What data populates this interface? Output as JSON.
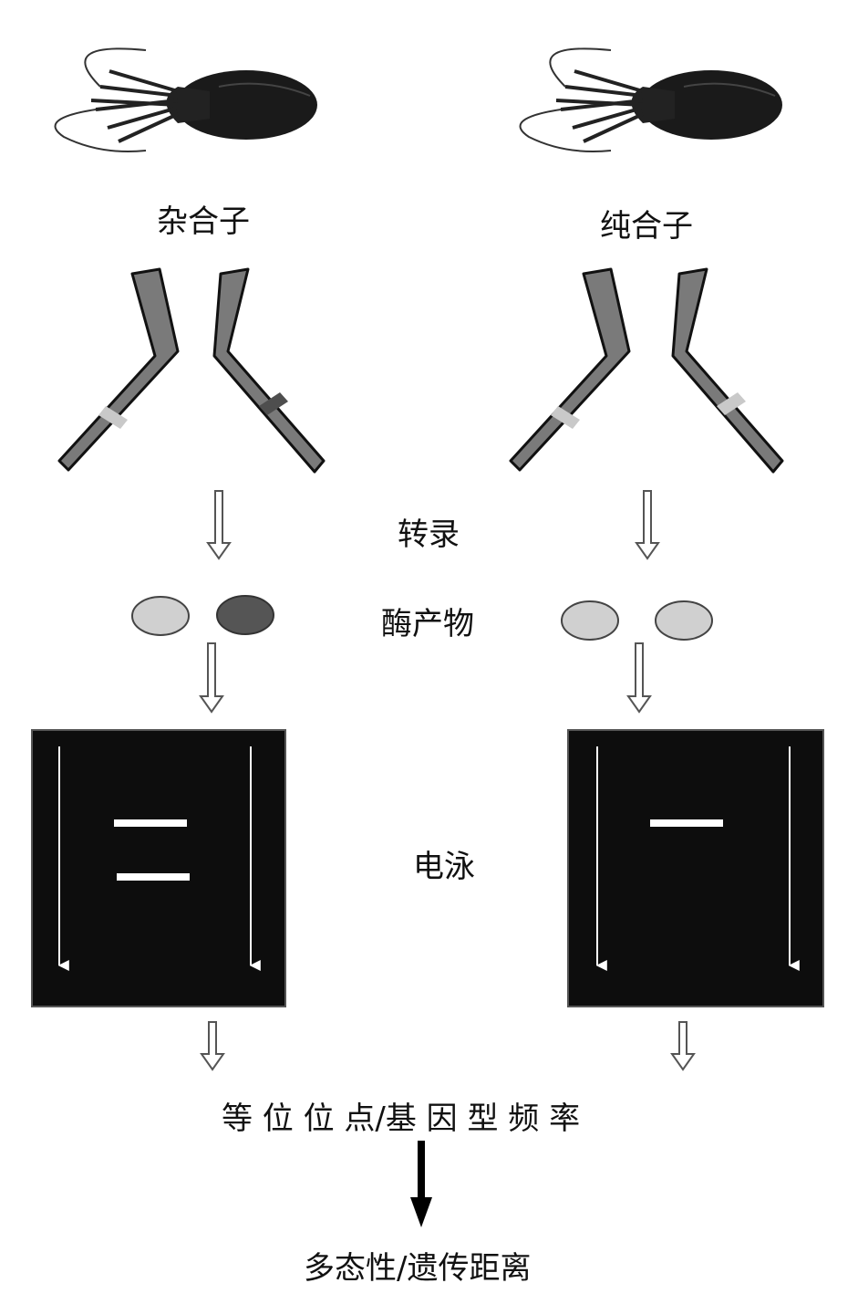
{
  "labels": {
    "heterozygote": "杂合子",
    "homozygote": "纯合子",
    "transcription": "转录",
    "enzyme_product": "酶产物",
    "electrophoresis": "电泳",
    "allele_frequency": "等 位 位 点/基 因 型 频 率",
    "polymorphism": "多态性/遗传距离"
  },
  "icons": {
    "organism": "squid-icon",
    "chromosome": "chromosome-icon",
    "arrow": "down-arrow-icon"
  },
  "colors": {
    "chromosome": "#7a7a7a",
    "chromosome_outline": "#111111",
    "band_light": "#c9c9c9",
    "band_dark": "#4e4e4e",
    "enzyme_light": "#d0d0d0",
    "enzyme_dark": "#555555",
    "gel_bg": "#0d0d0d",
    "gel_band": "#ffffff"
  },
  "gel_band_counts": {
    "heterozygote": 2,
    "homozygote": 1
  }
}
